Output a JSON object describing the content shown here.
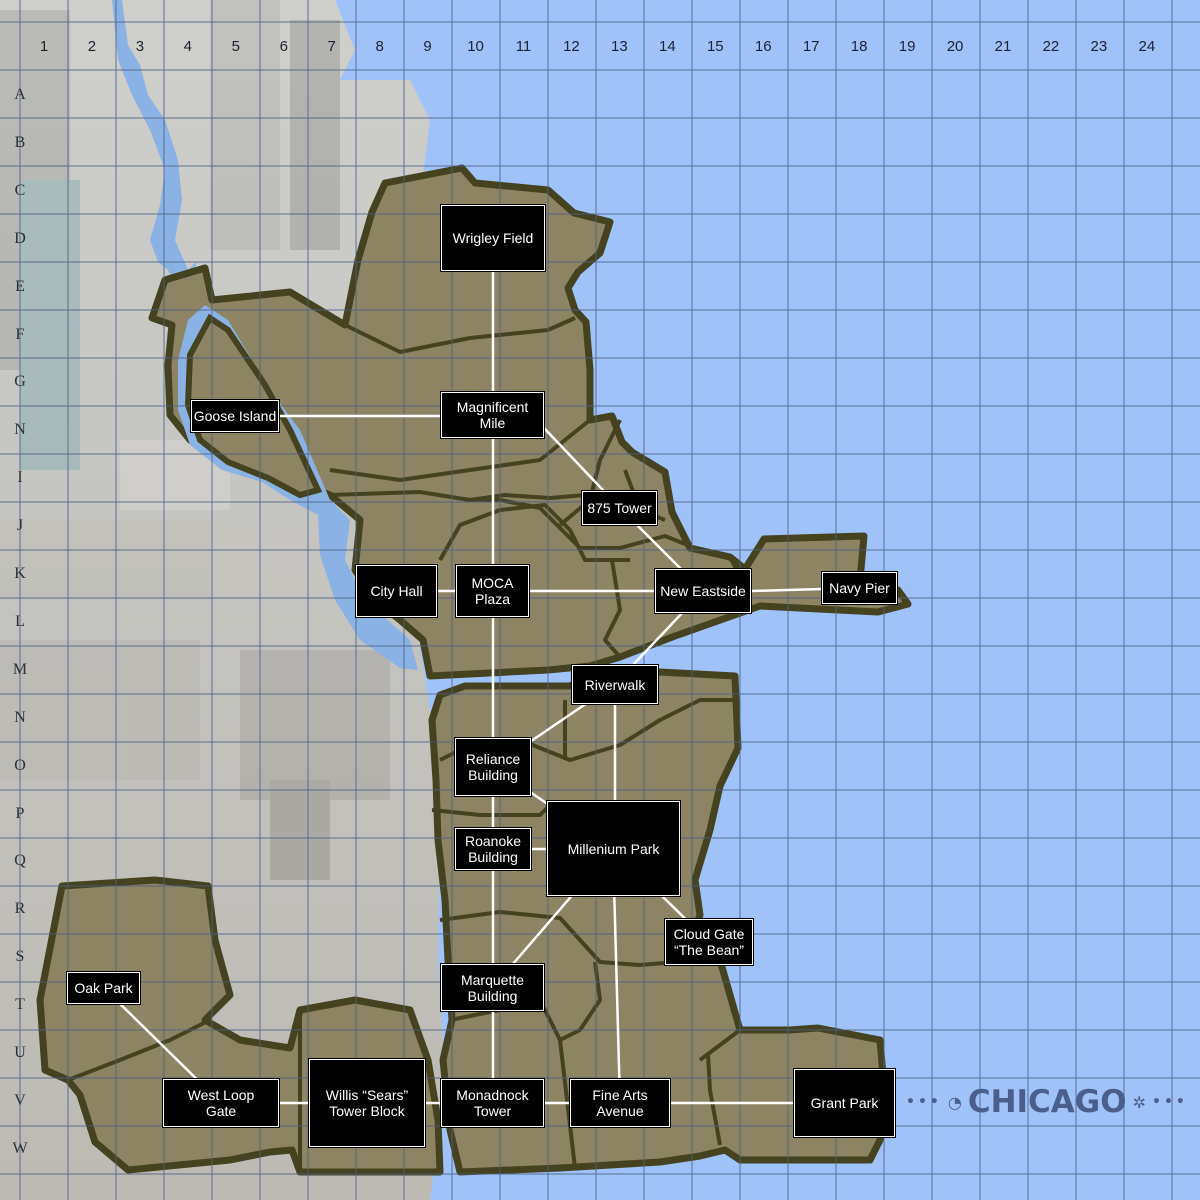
{
  "grid": {
    "columns": [
      "1",
      "2",
      "3",
      "4",
      "5",
      "6",
      "7",
      "8",
      "9",
      "10",
      "11",
      "12",
      "13",
      "14",
      "15",
      "16",
      "17",
      "18",
      "19",
      "20",
      "21",
      "22",
      "23",
      "24"
    ],
    "rows": [
      "A",
      "B",
      "C",
      "D",
      "E",
      "F",
      "G",
      "N",
      "I",
      "J",
      "K",
      "L",
      "M",
      "N",
      "O",
      "P",
      "Q",
      "R",
      "S",
      "T",
      "U",
      "V",
      "W"
    ]
  },
  "colors": {
    "water": "#9fc2f8",
    "gridline": "#4d6186",
    "land": "#8c8462",
    "outline": "#45421f",
    "river": "#8bb2e4",
    "photo_base": "#c9c9c6"
  },
  "locations": {
    "wrigley_field": "Wrigley Field",
    "magnificent_mile": "Magnificent\nMile",
    "goose_island": "Goose Island",
    "tower_875": "875 Tower",
    "city_hall": "City Hall",
    "moca_plaza": "MOCA\nPlaza",
    "new_eastside": "New Eastside",
    "navy_pier": "Navy Pier",
    "riverwalk": "Riverwalk",
    "reliance_building": "Reliance\nBuilding",
    "roanoke_building": "Roanoke\nBuilding",
    "millenium_park": "Millenium Park",
    "cloud_gate": "Cloud Gate\n“The Bean”",
    "marquette_building": "Marquette\nBuilding",
    "oak_park": "Oak Park",
    "west_loop_gate": "West Loop\nGate",
    "willis_tower_block": "Willis “Sears”\nTower Block",
    "monadnock_tower": "Monadnock\nTower",
    "fine_arts_avenue": "Fine Arts\nAvenue",
    "grant_park": "Grant Park"
  },
  "brand": {
    "dots_left": "•••",
    "icon_left": "clock-icon",
    "name": "CHICAGO",
    "icon_right": "gear-icon",
    "dots_right": "•••"
  }
}
